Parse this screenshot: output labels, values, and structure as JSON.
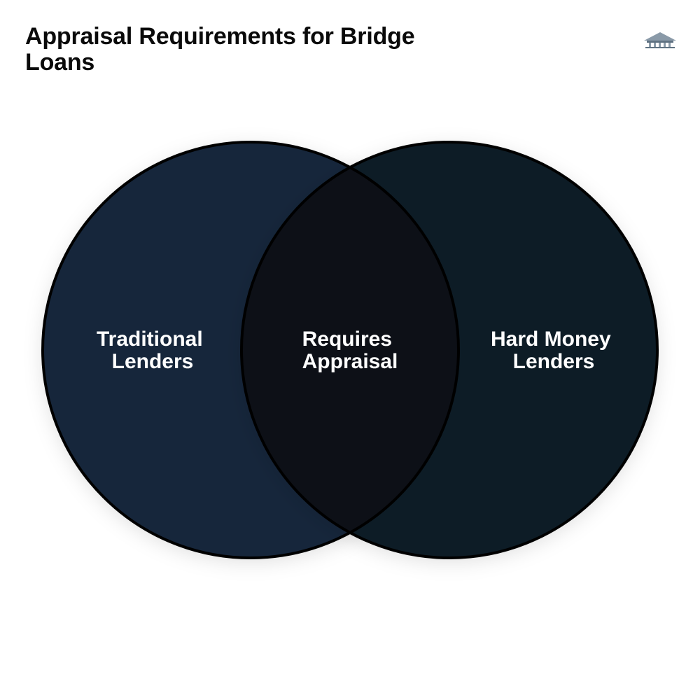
{
  "title": "Appraisal Requirements for Bridge Loans",
  "diagram": {
    "type": "venn",
    "left_set": {
      "lines": [
        "Traditional",
        "Lenders"
      ],
      "color": "#14283a"
    },
    "right_set": {
      "lines": [
        "Hard Money",
        "Lenders"
      ],
      "color": "#0e1a26"
    },
    "overlap": {
      "lines": [
        "Requires",
        "Appraisal"
      ],
      "color": "#0d1017"
    },
    "outline_color": "#000000",
    "label_color": "#ffffff"
  },
  "logo": {
    "icon": "building-logo-icon"
  }
}
